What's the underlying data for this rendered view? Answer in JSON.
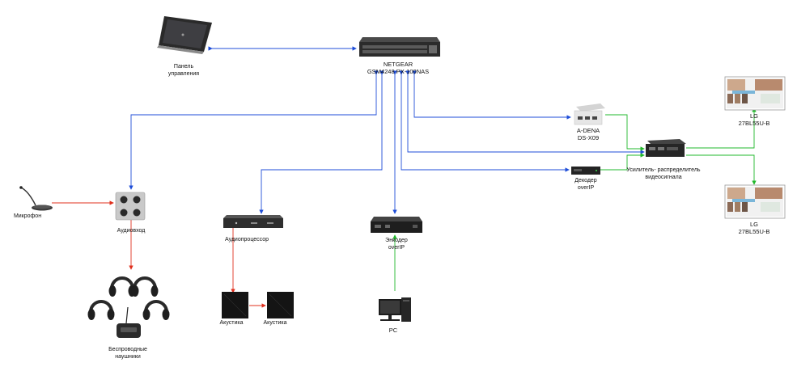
{
  "colors": {
    "network": "#1f4ed8",
    "audio": "#e0301e",
    "video": "#22b82c"
  },
  "labels": {
    "panel": {
      "l1": "Панель",
      "l2": "управления"
    },
    "switch": {
      "l1": "NETGEAR",
      "l2": "GSM4248 PX-100NAS"
    },
    "adena": {
      "l1": "A-DENA",
      "l2": "DS-X09"
    },
    "decoder": {
      "l1": "Декодер",
      "l2": "overIP"
    },
    "amplifier": {
      "l1": "Усилитель- распределитель",
      "l2": "видеосигнала"
    },
    "monitor_top": {
      "l1": "LG",
      "l2": "27BL55U-B"
    },
    "monitor_bottom": {
      "l1": "LG",
      "l2": "27BL55U-B"
    },
    "microphone": "Микрофон",
    "audio_input": "Аудиовход",
    "audio_processor": "Аудиопроцессор",
    "encoder": {
      "l1": "Энкодер",
      "l2": "overIP"
    },
    "headphones": {
      "l1": "Беспроводные",
      "l2": "наушники"
    },
    "speaker1": "Акустика",
    "speaker2": "Акустика",
    "pc": "PC"
  }
}
